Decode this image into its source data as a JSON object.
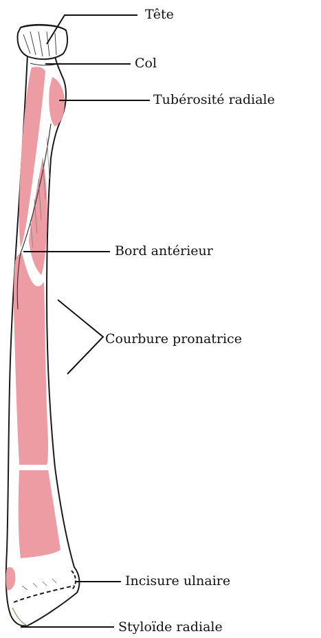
{
  "labels": {
    "tete": "Tête",
    "col": "Col",
    "tuberosite": "Tubérosité radiale",
    "bord": "Bord antérieur",
    "courbure": "Courbure pronatrice",
    "incisure": "Incisure ulnaire",
    "styloide": "Styloïde radiale"
  },
  "colors": {
    "muscle_fill": "#ee9ca4",
    "bone_outline": "#1a1a1a",
    "background": "#ffffff",
    "leader_line": "#111111"
  }
}
